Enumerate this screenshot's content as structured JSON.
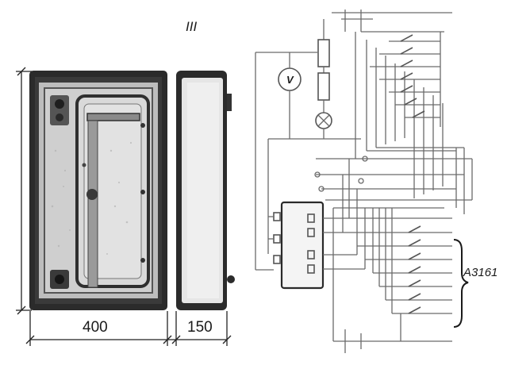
{
  "figure": {
    "title": "III",
    "dimensions": {
      "width_front": "400",
      "width_side": "150"
    },
    "meter_label": "V",
    "switch_group_label": "A3161"
  }
}
